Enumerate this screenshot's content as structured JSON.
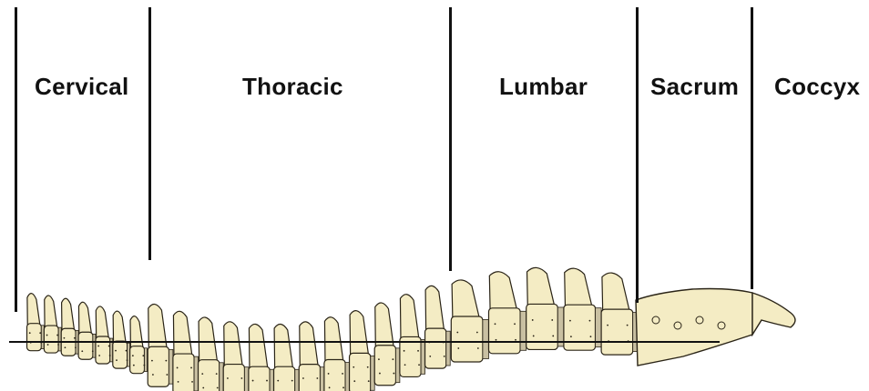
{
  "diagram": {
    "regions": [
      {
        "id": "cervical",
        "label": "Cervical"
      },
      {
        "id": "thoracic",
        "label": "Thoracic"
      },
      {
        "id": "lumbar",
        "label": "Lumbar"
      },
      {
        "id": "sacrum",
        "label": "Sacrum"
      },
      {
        "id": "coccyx",
        "label": "Coccyx"
      }
    ],
    "colors": {
      "bone": "#f4ecc4",
      "bone_outline": "#2a2417",
      "disc": "#c9c0a2",
      "line": "#111111",
      "background": "#ffffff"
    },
    "vertebra_counts": {
      "cervical": 7,
      "thoracic": 12,
      "lumbar": 5,
      "sacrum": 1,
      "coccyx": 1
    }
  }
}
